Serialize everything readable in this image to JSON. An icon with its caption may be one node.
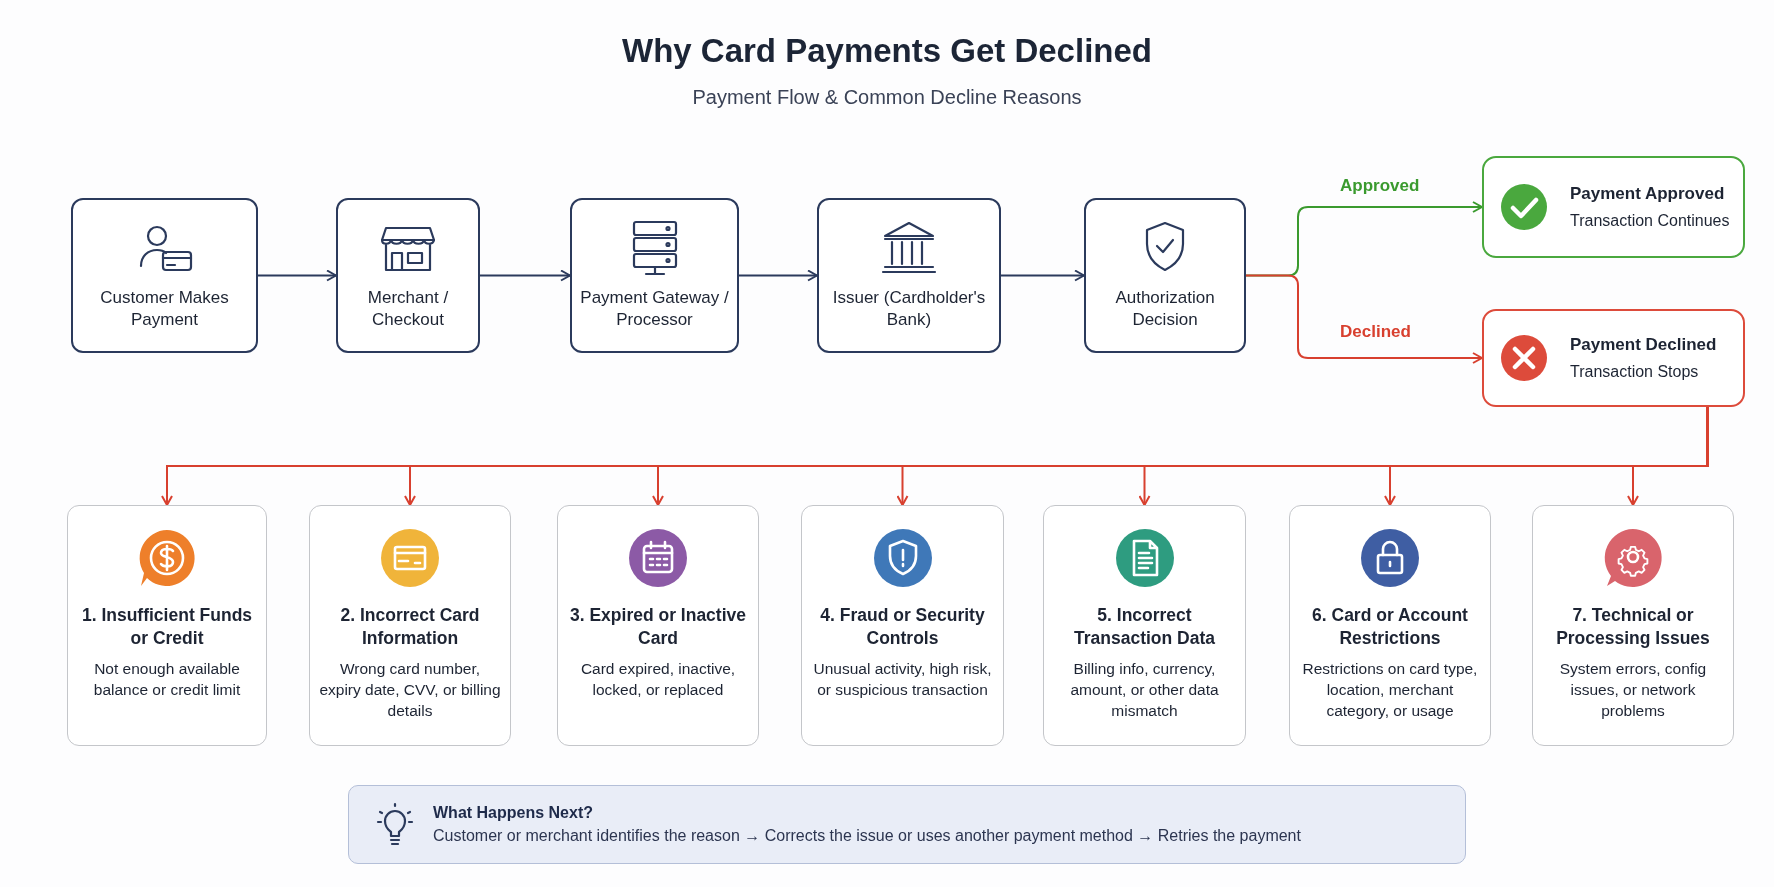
{
  "diagram": {
    "title": "Why Card Payments Get Declined",
    "caption": "Payment Flow & Common Decline Reasons",
    "nodes": [
      {
        "text": [
          "Customer Makes Payment"
        ]
      },
      {
        "text": [
          "Merchant / Checkout"
        ]
      },
      {
        "text": [
          "Payment Gateway / Processor"
        ]
      },
      {
        "text": [
          "Issuer (Cardholder's Bank)"
        ]
      },
      {
        "text": [
          "Authorization Decision"
        ]
      },
      {
        "text": [
          "Payment Approved",
          "Transaction Continues"
        ]
      },
      {
        "text": [
          "Payment Declined",
          "Transaction Stops"
        ]
      },
      {
        "text": [
          "1. Insufficient Funds or Credit",
          "Not enough available balance or credit limit"
        ]
      },
      {
        "text": [
          "2. Incorrect Card Information",
          "Wrong card number, expiry date, CVV, or billing details"
        ]
      },
      {
        "text": [
          "3. Expired or Inactive Card",
          "Card expired, inactive, locked, or replaced"
        ]
      },
      {
        "text": [
          "4. Fraud or Security Controls",
          "Unusual activity, high risk, or suspicious transaction"
        ]
      },
      {
        "text": [
          "5. Incorrect Transaction Data",
          "Billing info, currency, amount, or other data mismatch"
        ]
      },
      {
        "text": [
          "6. Card or Account Restrictions",
          "Restrictions on card type, location, merchant category, or usage"
        ]
      },
      {
        "text": [
          "7. Technical or Processing Issues",
          "System errors, config issues, or network problems"
        ]
      },
      {
        "text": [
          "What Happens Next?",
          "Customer or merchant identifies the reason → Corrects the issue or uses another payment method → Retries the payment"
        ]
      }
    ],
    "edges": [
      {
        "from": 0,
        "to": 1,
        "arrow": "to",
        "color": "#2b3a5c"
      },
      {
        "from": 1,
        "to": 2,
        "arrow": "to",
        "color": "#2b3a5c"
      },
      {
        "from": 2,
        "to": 3,
        "arrow": "to",
        "color": "#2b3a5c"
      },
      {
        "from": 3,
        "to": 4,
        "arrow": "to",
        "color": "#2b3a5c"
      },
      {
        "from": 4,
        "to": 5,
        "arrow": "to",
        "label": "Approved",
        "color": "#3a9a2e"
      },
      {
        "from": 4,
        "to": 6,
        "arrow": "to",
        "label": "Declined",
        "color": "#d8402f"
      },
      {
        "from": 6,
        "to": 7,
        "arrow": "to",
        "color": "#d8402f"
      },
      {
        "from": 6,
        "to": 8,
        "arrow": "to",
        "color": "#d8402f"
      },
      {
        "from": 6,
        "to": 9,
        "arrow": "to",
        "color": "#d8402f"
      },
      {
        "from": 6,
        "to": 10,
        "arrow": "to",
        "color": "#d8402f"
      },
      {
        "from": 6,
        "to": 11,
        "arrow": "to",
        "color": "#d8402f"
      },
      {
        "from": 6,
        "to": 12,
        "arrow": "to",
        "color": "#d8402f"
      },
      {
        "from": 6,
        "to": 13,
        "arrow": "to",
        "color": "#d8402f"
      }
    ]
  }
}
